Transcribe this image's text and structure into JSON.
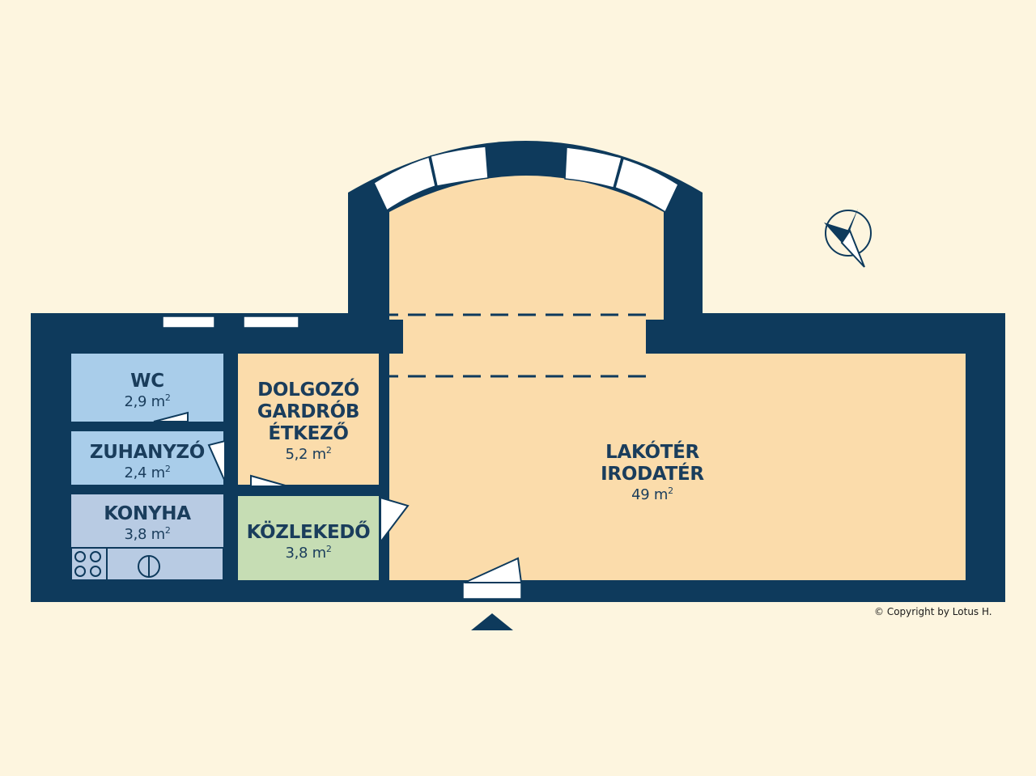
{
  "colors": {
    "background": "#fdf5df",
    "wall": "#0e3a5c",
    "living": "#fbdcab",
    "wet": "#a9cdea",
    "kitchen": "#b8cbe3",
    "hall": "#c6ddb4"
  },
  "rooms": {
    "wc": {
      "name": "WC",
      "area_value": "2,9",
      "area_unit": "m",
      "area_exp": "2"
    },
    "zuhanyzo": {
      "name": "ZUHANYZÓ",
      "area_value": "2,4",
      "area_unit": "m",
      "area_exp": "2"
    },
    "konyha": {
      "name": "KONYHA",
      "area_value": "3,8",
      "area_unit": "m",
      "area_exp": "2"
    },
    "dolgozo": {
      "name_lines": [
        "DOLGOZÓ",
        "GARDRÓB",
        "ÉTKEZŐ"
      ],
      "area_value": "5,2",
      "area_unit": "m",
      "area_exp": "2"
    },
    "kozlekedo": {
      "name": "KÖZLEKEDŐ",
      "area_value": "3,8",
      "area_unit": "m",
      "area_exp": "2"
    },
    "lakoter": {
      "name_lines": [
        "LAKÓTÉR",
        "IRODATÉR"
      ],
      "area_value": "49",
      "area_unit": "m",
      "area_exp": "2"
    }
  },
  "icons": {
    "compass": "compass-icon",
    "entrance": "entrance-arrow-icon",
    "stove": "stove-icon",
    "sink": "sink-icon"
  },
  "copyright": "© Copyright by Lotus H."
}
